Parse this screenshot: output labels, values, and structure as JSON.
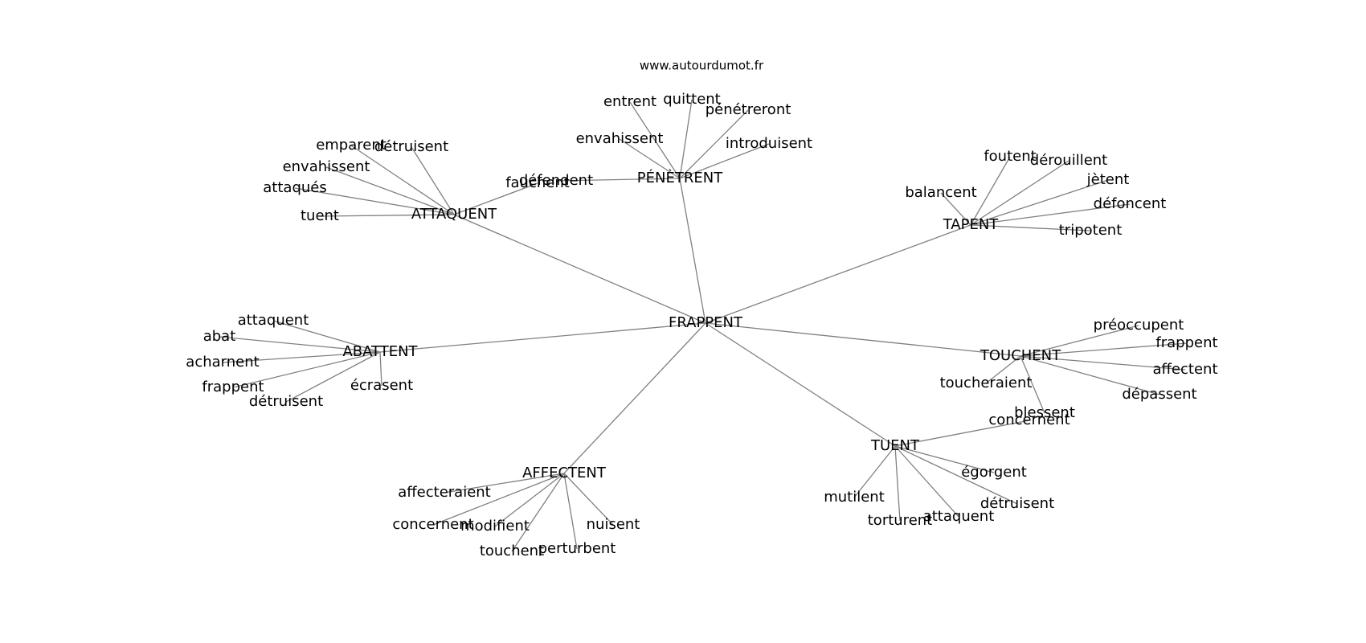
{
  "source": "www.autourdumot.fr",
  "center": "FRAPPENT",
  "groups": [
    {
      "hub": "PÉNÈTRENT",
      "leaves": [
        "entrent",
        "quittent",
        "pénétreront",
        "envahissent",
        "introduisent",
        "défendent"
      ]
    },
    {
      "hub": "ATTAQUENT",
      "leaves": [
        "emparent",
        "détruisent",
        "envahissent",
        "attaqués",
        "tuent",
        "fauchent"
      ]
    },
    {
      "hub": "TAPENT",
      "leaves": [
        "foutent",
        "dérouillent",
        "balancent",
        "jètent",
        "défoncent",
        "tripotent"
      ]
    },
    {
      "hub": "ABATTENT",
      "leaves": [
        "attaquent",
        "abat",
        "acharnent",
        "frappent",
        "détruisent",
        "écrasent"
      ]
    },
    {
      "hub": "TOUCHENT",
      "leaves": [
        "préoccupent",
        "frappent",
        "affectent",
        "dépassent",
        "toucheraient",
        "blessent"
      ]
    },
    {
      "hub": "TUENT",
      "leaves": [
        "concernent",
        "égorgent",
        "détruisent",
        "mutilent",
        "torturent",
        "attaquent"
      ]
    },
    {
      "hub": "AFFECTENT",
      "leaves": [
        "affecteraient",
        "concernent",
        "modifient",
        "touchent",
        "perturbent",
        "nuisent"
      ]
    }
  ]
}
